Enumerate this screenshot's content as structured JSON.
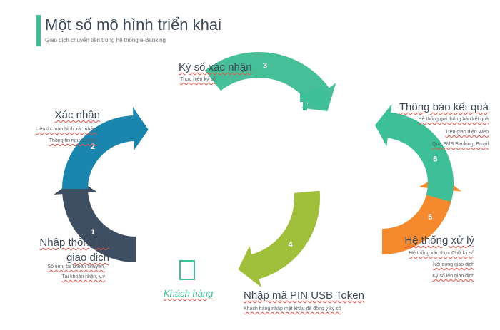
{
  "title": "Một số mô hình triển khai",
  "subtitle": "Giao dịch chuyển tiền trong hệ thống e-Banking",
  "colors": {
    "step1": "#3f4f63",
    "step2": "#1a86ad",
    "step3": "#46bf98",
    "step4": "#a0bf3a",
    "step5": "#f5892d",
    "step6": "#3dbf97",
    "title_accent": "#3dbf97",
    "number_text": "#ffffff"
  },
  "steps": [
    {
      "number": "1",
      "label": "Nhập thông tin\ngiao dịch",
      "details": [
        "Số tiền, tài khoản chuyển,",
        "Tài khoản nhận, v.v"
      ]
    },
    {
      "number": "2",
      "label": "Xác nhận",
      "details": [
        "Liên thị màn hình xác nhận:",
        "Thông tin người nhận"
      ]
    },
    {
      "number": "3",
      "label": "Ký số xác nhận",
      "details": [
        "Thực hiện ký số"
      ]
    },
    {
      "number": "4",
      "label": "Nhập mã PIN USB Token",
      "details": [
        "Khách hàng nhập mật khẩu để đồng ý ký số"
      ]
    },
    {
      "number": "5",
      "label": "Hệ thống xử lý",
      "details": [
        "Hệ thống xác thực Chữ ký số",
        "Nội dung giao dịch",
        "Ký số lên giao dịch"
      ]
    },
    {
      "number": "6",
      "label": "Thông báo kết quả",
      "details": [
        "Hệ thống gửi thông báo kết quả",
        "Trên giao diện Web",
        "Qua SMS Banking, Email"
      ]
    }
  ],
  "actors": {
    "customer": "Khách hàng",
    "customer_icon": "phone-icon",
    "notify_icon": "megaphone-icon"
  }
}
